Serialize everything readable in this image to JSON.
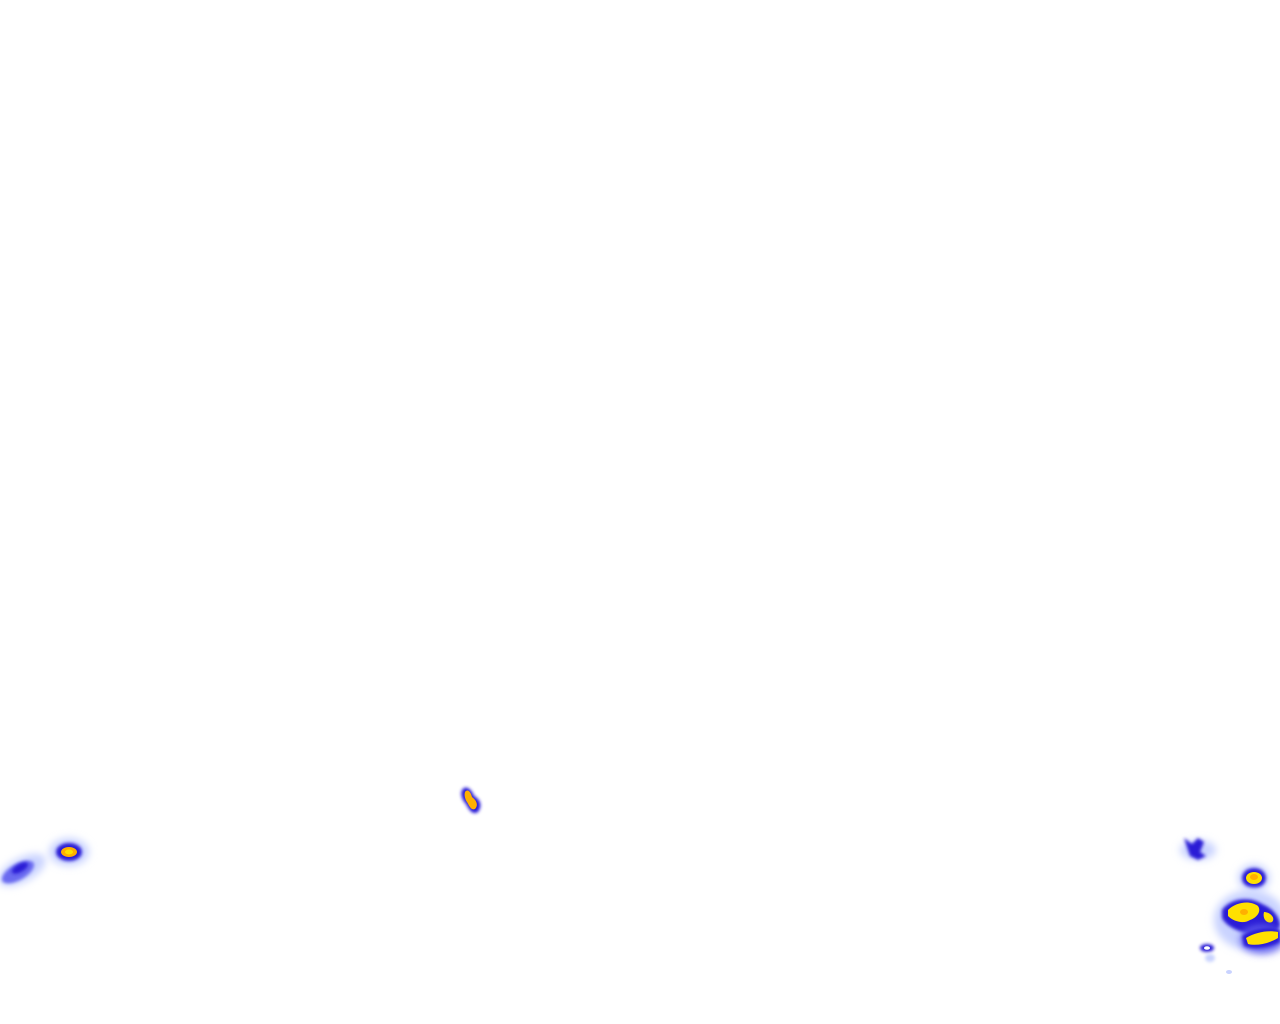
{
  "map": {
    "type": "weather-radar-overlay",
    "background_color": "#ffffff",
    "palette": {
      "light": "#c9d3ff",
      "low": "#6b6bf0",
      "medium": "#2a1fd6",
      "high": "#ffb000",
      "very_high": "#ffe000"
    },
    "cells": [
      {
        "name": "radar-cell-west-plume",
        "intensity": "medium"
      },
      {
        "name": "radar-cell-west-core",
        "intensity": "high"
      },
      {
        "name": "radar-cell-center",
        "intensity": "high"
      },
      {
        "name": "radar-cell-east-small",
        "intensity": "low"
      },
      {
        "name": "radar-cell-east-north-core",
        "intensity": "high"
      },
      {
        "name": "radar-cell-east-cluster",
        "intensity": "very_high"
      },
      {
        "name": "radar-cell-east-south",
        "intensity": "very_high"
      },
      {
        "name": "radar-cell-east-speckle",
        "intensity": "low"
      }
    ]
  }
}
